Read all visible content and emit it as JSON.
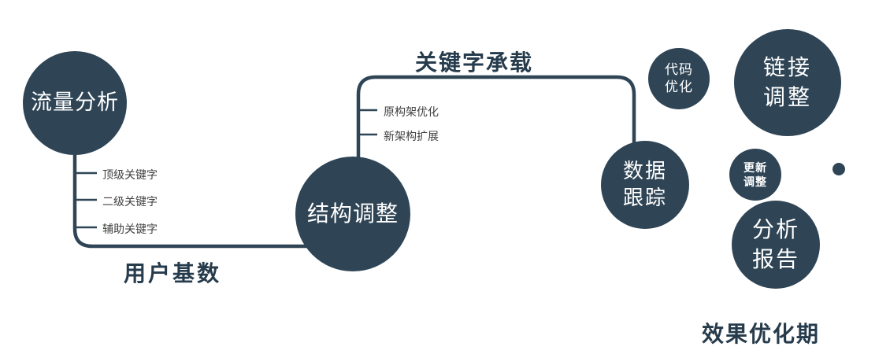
{
  "colors": {
    "circle": "#2F4556",
    "line": "#2F4556",
    "edge-label": "#263B4C",
    "tick-label": "#3F3F3F",
    "circle-text": "#FFFFFF",
    "background": "#FFFFFF"
  },
  "nodes": {
    "traffic": {
      "label": "流量分析"
    },
    "structure": {
      "label": "结构调整"
    },
    "tracking": {
      "line1": "数据",
      "line2": "跟踪"
    },
    "code": {
      "line1": "代码",
      "line2": "优化"
    },
    "link": {
      "line1": "链接",
      "line2": "调整"
    },
    "update": {
      "line1": "更新",
      "line2": "调整"
    },
    "report": {
      "line1": "分析",
      "line2": "报告"
    }
  },
  "edges": {
    "keyword_carry": "关键字承载",
    "user_base": "用户基数"
  },
  "branches": {
    "traffic": [
      "顶级关键字",
      "二级关键字",
      "辅助关键字"
    ],
    "structure": [
      "原构架优化",
      "新架构扩展"
    ]
  },
  "footer": {
    "phase": "效果优化期"
  }
}
